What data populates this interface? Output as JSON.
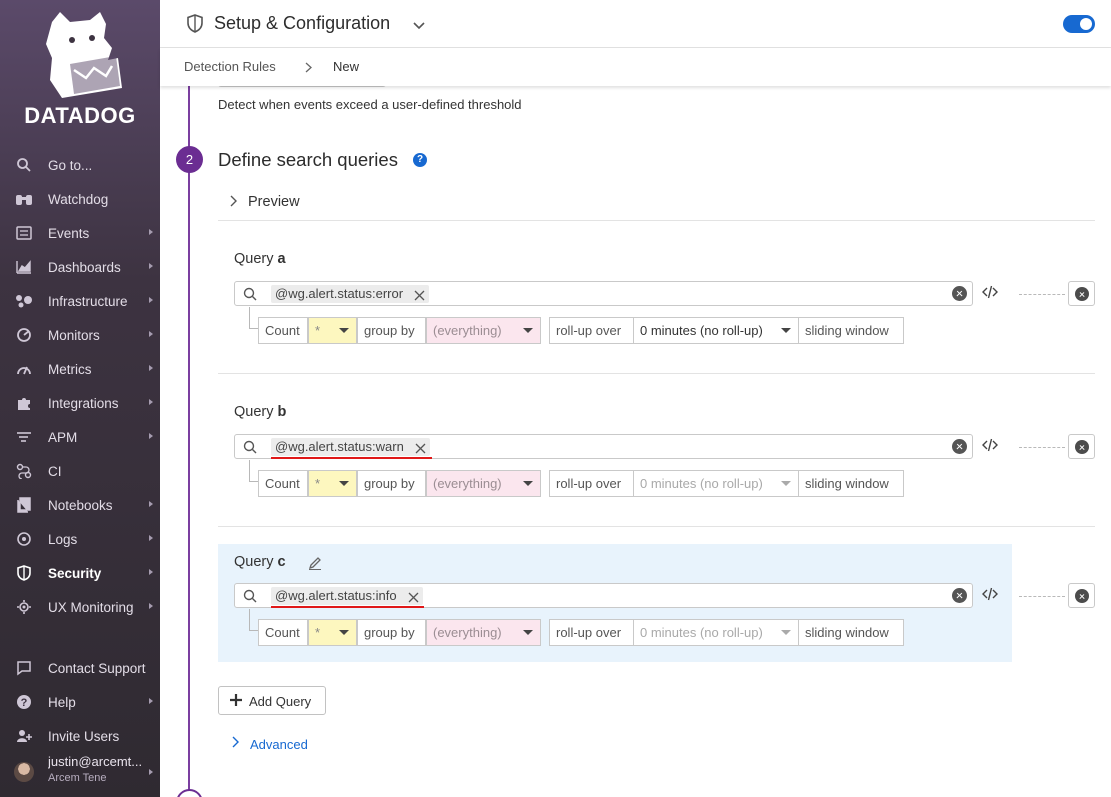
{
  "sidebar": {
    "logo_text": "DATADOG",
    "items": [
      {
        "label": "Go to...",
        "icon": "search-icon"
      },
      {
        "label": "Watchdog",
        "icon": "binoculars-icon"
      },
      {
        "label": "Events",
        "icon": "events-icon"
      },
      {
        "label": "Dashboards",
        "icon": "dashboards-icon"
      },
      {
        "label": "Infrastructure",
        "icon": "infrastructure-icon"
      },
      {
        "label": "Monitors",
        "icon": "monitors-icon"
      },
      {
        "label": "Metrics",
        "icon": "metrics-icon"
      },
      {
        "label": "Integrations",
        "icon": "puzzle-icon"
      },
      {
        "label": "APM",
        "icon": "apm-icon"
      },
      {
        "label": "CI",
        "icon": "ci-icon"
      },
      {
        "label": "Notebooks",
        "icon": "notebook-icon"
      },
      {
        "label": "Logs",
        "icon": "logs-icon"
      },
      {
        "label": "Security",
        "icon": "shield-icon"
      },
      {
        "label": "UX Monitoring",
        "icon": "ux-monitoring-icon"
      },
      {
        "label": "Contact Support",
        "icon": "chat-icon"
      },
      {
        "label": "Help",
        "icon": "help-icon"
      },
      {
        "label": "Invite Users",
        "icon": "invite-user-icon"
      }
    ],
    "user": {
      "email": "justin@arcemt...",
      "org": "Arcem Tene"
    }
  },
  "header": {
    "title": "Setup & Configuration",
    "toggle_on": true,
    "accent": "#1769d1"
  },
  "breadcrumb": {
    "items": [
      "Detection Rules",
      "New"
    ]
  },
  "main": {
    "description": "Detect when events exceed a user-defined threshold",
    "step_number": "2",
    "section_title": "Define search queries",
    "help_glyph": "?",
    "preview_label": "Preview",
    "queries": [
      {
        "label": "Query",
        "letter": "a",
        "filter": "@wg.alert.status:error",
        "count_label": "Count",
        "measure": "*",
        "group_by_label": "group by",
        "group_by_value": "(everything)",
        "rollup_label": "roll-up over",
        "rollup_value": "0 minutes (no roll-up)",
        "window_label": "sliding window"
      },
      {
        "label": "Query",
        "letter": "b",
        "filter": "@wg.alert.status:warn",
        "count_label": "Count",
        "measure": "*",
        "group_by_label": "group by",
        "group_by_value": "(everything)",
        "rollup_label": "roll-up over",
        "rollup_value": "0 minutes (no roll-up)",
        "window_label": "sliding window"
      },
      {
        "label": "Query",
        "letter": "c",
        "filter": "@wg.alert.status:info",
        "count_label": "Count",
        "measure": "*",
        "group_by_label": "group by",
        "group_by_value": "(everything)",
        "rollup_label": "roll-up over",
        "rollup_value": "0 minutes (no roll-up)",
        "window_label": "sliding window"
      }
    ],
    "add_query_label": "Add Query",
    "advanced_label": "Advanced"
  }
}
